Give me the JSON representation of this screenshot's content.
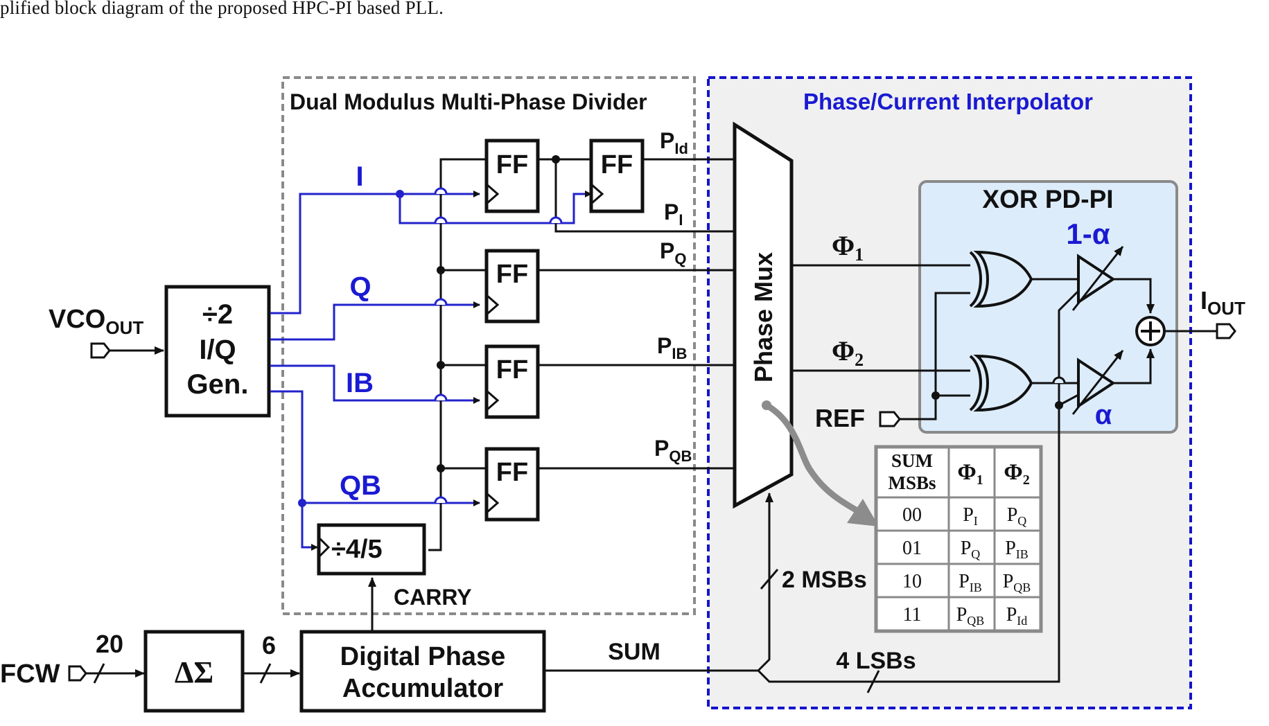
{
  "caption": "plified block diagram of the proposed HPC-PI based PLL.",
  "regions": {
    "divider_title": "Dual Modulus Multi-Phase Divider",
    "interpolator_title": "Phase/Current Interpolator",
    "xor_pdpi_title": "XOR  PD-PI"
  },
  "blocks": {
    "iq_gen_line1": "÷2",
    "iq_gen_line2": "I/Q",
    "iq_gen_line3": "Gen.",
    "ff": "FF",
    "div45": "÷4/5",
    "delta_sigma": "ΔΣ",
    "accumulator_line1": "Digital Phase",
    "accumulator_line2": "Accumulator",
    "phase_mux": "Phase Mux"
  },
  "signals": {
    "vco_out": "VCO",
    "vco_out_sub": "OUT",
    "fcw": "FCW",
    "bits_20": "20",
    "bits_6": "6",
    "carry": "CARRY",
    "sum": "SUM",
    "msbs": "2 MSBs",
    "lsbs": "4 LSBs",
    "i": "I",
    "q": "Q",
    "ib": "IB",
    "qb": "QB",
    "p_id": "P",
    "p_id_sub": "Id",
    "p_i": "P",
    "p_i_sub": "I",
    "p_q": "P",
    "p_q_sub": "Q",
    "p_ib": "P",
    "p_ib_sub": "IB",
    "p_qb": "P",
    "p_qb_sub": "QB",
    "phi1": "Φ",
    "phi1_sub": "1",
    "phi2": "Φ",
    "phi2_sub": "2",
    "ref": "REF",
    "one_minus_alpha": "1-α",
    "alpha": "α",
    "iout": "I",
    "iout_sub": "OUT"
  },
  "table": {
    "header": [
      {
        "main": "SUM",
        "line2": "MSBs"
      },
      {
        "main": "Φ",
        "sub": "1"
      },
      {
        "main": "Φ",
        "sub": "2"
      }
    ],
    "rows": [
      {
        "code": "00",
        "phi1": "P",
        "phi1_sub": "I",
        "phi2": "P",
        "phi2_sub": "Q"
      },
      {
        "code": "01",
        "phi1": "P",
        "phi1_sub": "Q",
        "phi2": "P",
        "phi2_sub": "IB"
      },
      {
        "code": "10",
        "phi1": "P",
        "phi1_sub": "IB",
        "phi2": "P",
        "phi2_sub": "QB"
      },
      {
        "code": "11",
        "phi1": "P",
        "phi1_sub": "QB",
        "phi2": "P",
        "phi2_sub": "Id"
      }
    ]
  },
  "colors": {
    "wire": "#111111",
    "phase_wire": "#2222cc",
    "label_blue": "#1a1ad2",
    "divider_border": "#8a8a8a",
    "interpolator_border": "#1414cc",
    "interpolator_fill": "#f0f0f0",
    "pdpi_fill": "#dcecfa",
    "pdpi_border": "#8a8a8a",
    "table_border": "#8a8a8a",
    "arrow_gray": "#8c8c8c"
  }
}
